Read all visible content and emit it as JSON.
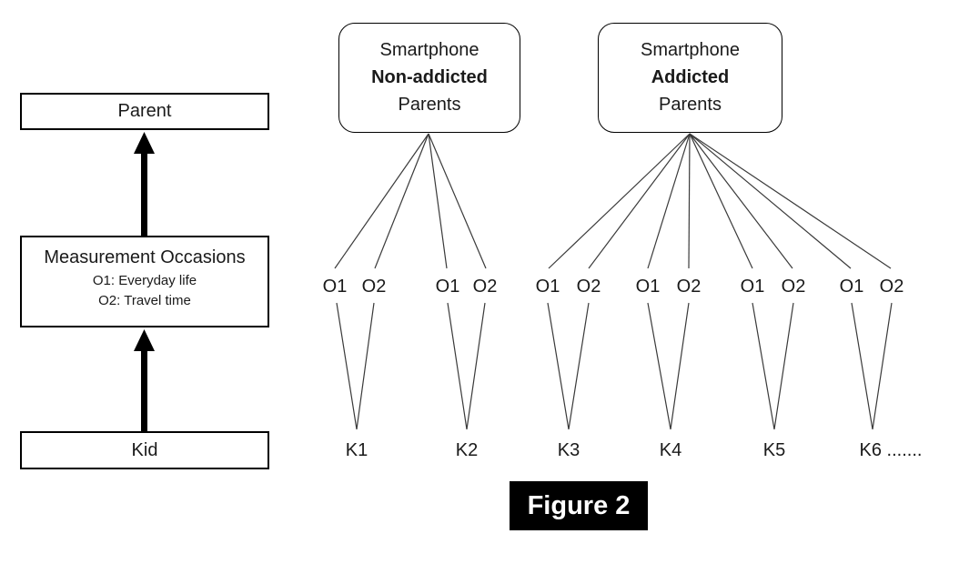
{
  "figure": {
    "caption": "Figure 2",
    "left_flow": {
      "parent": "Parent",
      "measurement": {
        "title": "Measurement Occasions",
        "line1": "O1: Everyday life",
        "line2": "O2: Travel time"
      },
      "kid": "Kid"
    },
    "groups": [
      {
        "top": "Smartphone",
        "middle": "Non-addicted",
        "bottom": "Parents"
      },
      {
        "top": "Smartphone",
        "middle": "Addicted",
        "bottom": "Parents"
      }
    ],
    "occasion_pairs": [
      [
        "O1",
        "O2"
      ],
      [
        "O1",
        "O2"
      ],
      [
        "O1",
        "O2"
      ],
      [
        "O1",
        "O2"
      ],
      [
        "O1",
        "O2"
      ],
      [
        "O1",
        "O2"
      ]
    ],
    "kids": [
      "K1",
      "K2",
      "K3",
      "K4",
      "K5",
      "K6 ......."
    ],
    "colors": {
      "line": "#3a3a3a",
      "border": "#000000",
      "caption_bg": "#000000",
      "caption_text": "#ffffff",
      "background": "#ffffff"
    }
  }
}
